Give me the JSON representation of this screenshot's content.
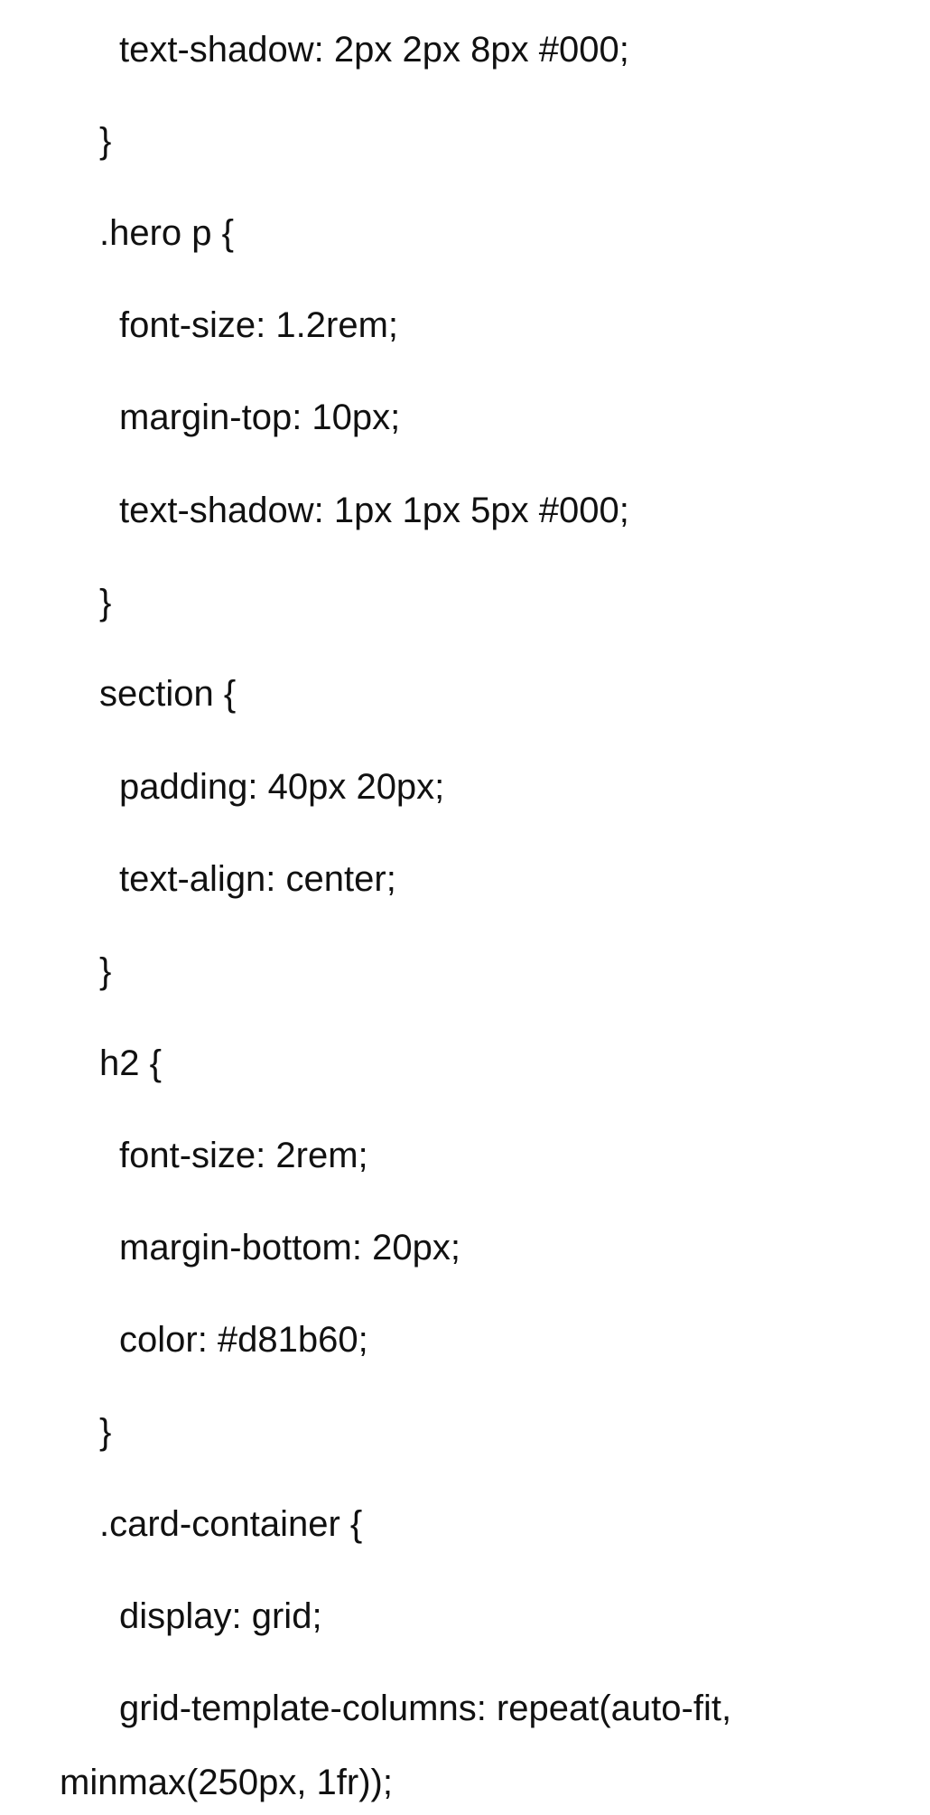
{
  "code": {
    "lines": [
      "text-shadow: 2px 2px 8px #000;",
      "}",
      ".hero p {",
      "font-size: 1.2rem;",
      "margin-top: 10px;",
      "text-shadow: 1px 1px 5px #000;",
      "}",
      "section {",
      "padding: 40px 20px;",
      "text-align: center;",
      "}",
      "h2 {",
      "font-size: 2rem;",
      "margin-bottom: 20px;",
      "color: #d81b60;",
      "}",
      ".card-container {",
      "display: grid;",
      "grid-template-columns: repeat(auto-fit,",
      "minmax(250px, 1fr));"
    ]
  }
}
